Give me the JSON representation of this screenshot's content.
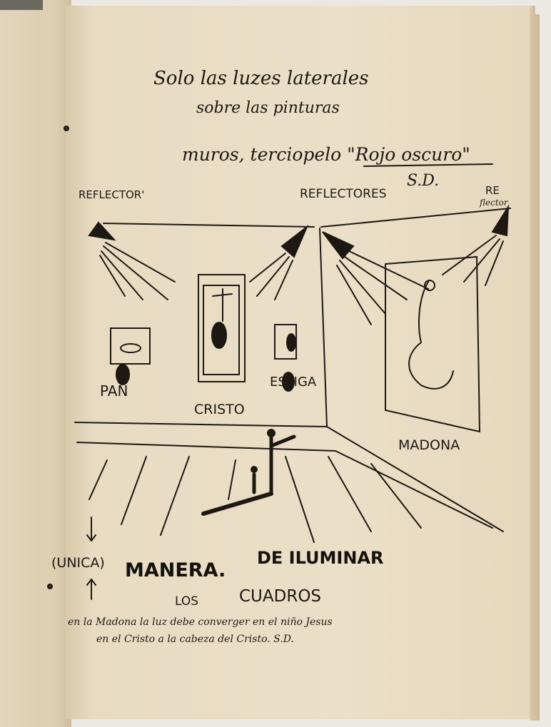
{
  "notes": {
    "line1": "Solo las luzes laterales",
    "line2": "sobre las pinturas",
    "walls": "muros, terciopelo \"Rojo oscuro\"",
    "initials_top": "S.D."
  },
  "labels": {
    "reflector_left": "REFLECTOR'",
    "reflectores": "REFLECTORES",
    "reflector_right_top": "RE",
    "reflector_right_bottom": "flector",
    "pan": "PAN",
    "cristo": "CRISTO",
    "espiga": "ESPIGA",
    "madona": "MADONA"
  },
  "caption": {
    "unica": "(UNICA)",
    "manera": "MANERA.",
    "de_iluminar": "DE ILUMINAR",
    "los": "LOS",
    "cuadros": "CUADROS",
    "note1": "en la Madona la luz debe converger en el niño Jesus",
    "note2": "en el Cristo a la cabeza del Cristo. S.D."
  },
  "colors": {
    "paper": "#ebdfc7",
    "ink": "#1d1812"
  }
}
